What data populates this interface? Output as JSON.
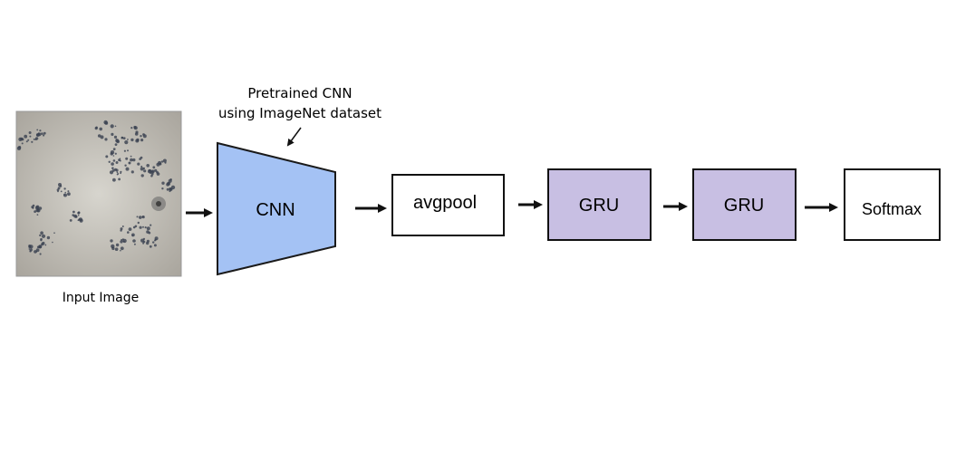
{
  "diagram": {
    "input_caption": "Input Image",
    "pretrained_note_line1": "Pretrained CNN",
    "pretrained_note_line2": "using ImageNet dataset",
    "cnn_label": "CNN",
    "avgpool_label": "avgpool",
    "gru1_label": "GRU",
    "gru2_label": "GRU",
    "softmax_label": "Softmax"
  },
  "colors": {
    "cnn_fill": "#a4c2f4",
    "gru_fill": "#c8bfe3",
    "box_fill": "#ffffff",
    "stroke": "#111111",
    "image_bg": "#c9c6bd",
    "speckle": "#3a4150"
  },
  "icons": {
    "arrow": "right-arrow-icon",
    "note_pointer": "diagonal-arrow-icon"
  }
}
